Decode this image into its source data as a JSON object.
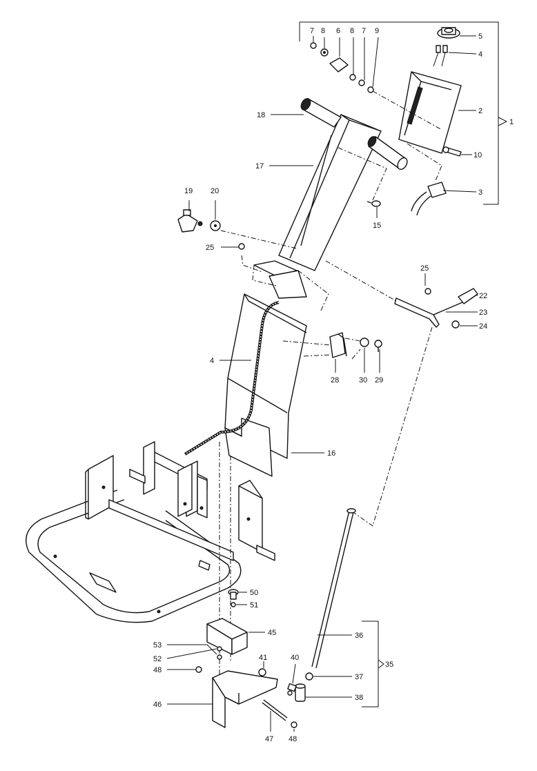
{
  "callouts": {
    "c1": "1",
    "c2": "2",
    "c3": "3",
    "c4a": "4",
    "c5": "5",
    "c6": "6",
    "c7a": "7",
    "c7b": "7",
    "c8a": "8",
    "c8b": "8",
    "c9": "9",
    "c10": "10",
    "c15": "15",
    "c16": "16",
    "c17": "17",
    "c18": "18",
    "c19": "19",
    "c20": "20",
    "c22": "22",
    "c23": "23",
    "c24": "24",
    "c25a": "25",
    "c25b": "25",
    "c4b": "4",
    "c28": "28",
    "c29": "29",
    "c30": "30",
    "c35": "35",
    "c36": "36",
    "c37": "37",
    "c38": "38",
    "c40": "40",
    "c41": "41",
    "c45": "45",
    "c46": "46",
    "c47": "47",
    "c48a": "48",
    "c48b": "48",
    "c50": "50",
    "c51": "51",
    "c52": "52",
    "c53": "53"
  }
}
